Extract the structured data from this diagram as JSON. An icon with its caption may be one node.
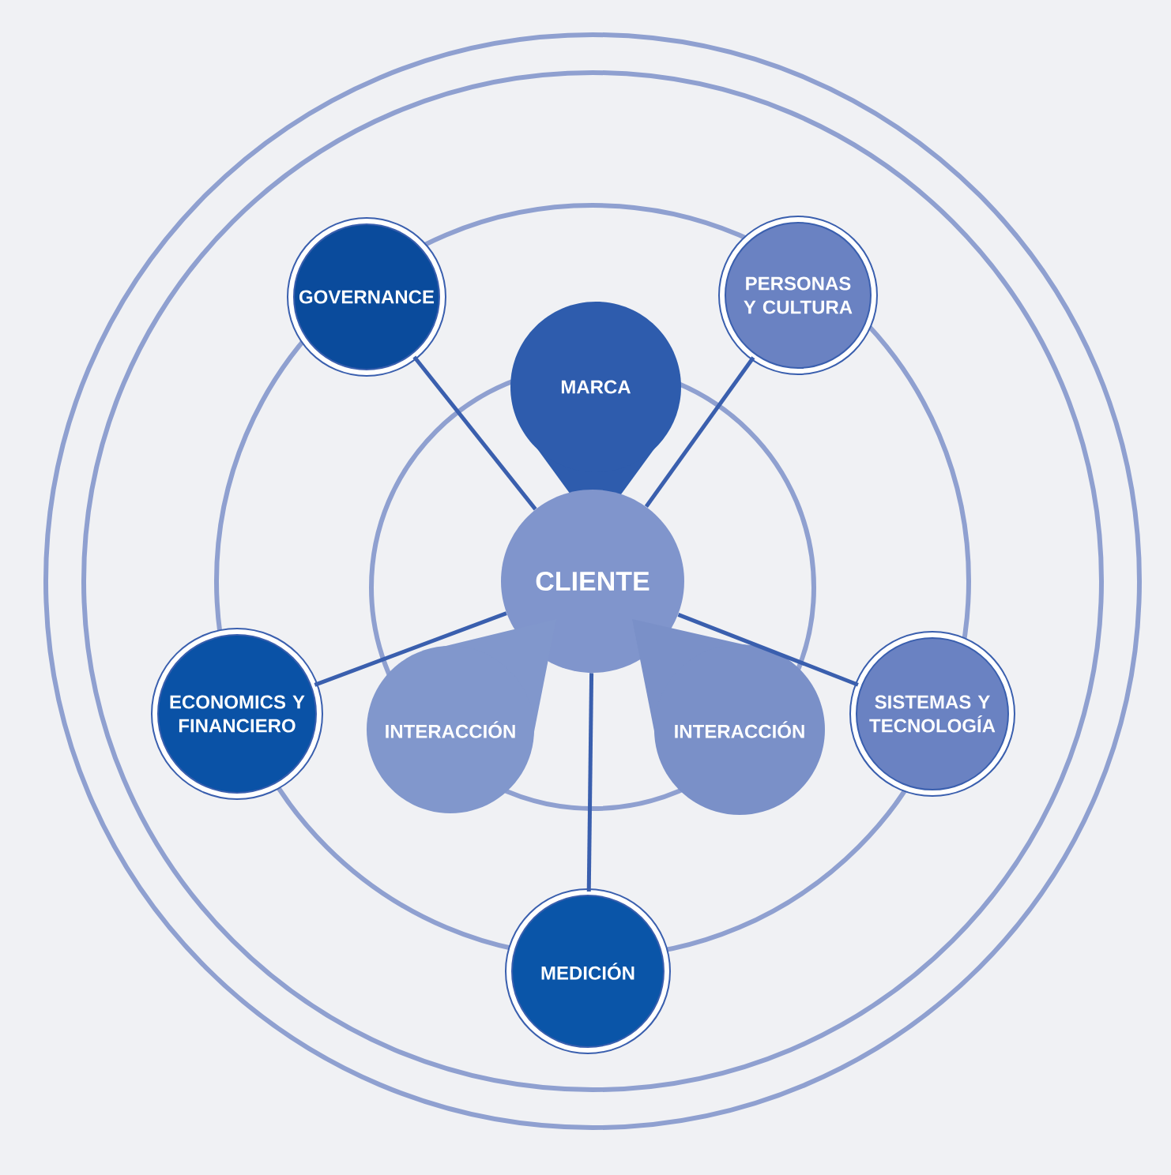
{
  "diagram": {
    "nodes": [
      {
        "text": [
          "GOVERNANCE"
        ]
      },
      {
        "text": [
          "PERSONAS Y CULTURA"
        ]
      },
      {
        "text": [
          "MARCA"
        ]
      },
      {
        "text": [
          "CLIENTE"
        ]
      },
      {
        "text": [
          "ECONOMICS Y FINANCIERO"
        ]
      },
      {
        "text": [
          "INTERACCIÓN"
        ]
      },
      {
        "text": [
          "INTERACCIÓN"
        ]
      },
      {
        "text": [
          "SISTEMAS Y TECNOLOGÍA"
        ]
      },
      {
        "text": [
          "MEDICIÓN"
        ]
      }
    ],
    "edges": [
      {
        "from": 0,
        "to": 3,
        "arrow": "none"
      },
      {
        "from": 1,
        "to": 3,
        "arrow": "none"
      },
      {
        "from": 4,
        "to": 3,
        "arrow": "none"
      },
      {
        "from": 7,
        "to": 3,
        "arrow": "none"
      },
      {
        "from": 8,
        "to": 3,
        "arrow": "none"
      }
    ]
  }
}
